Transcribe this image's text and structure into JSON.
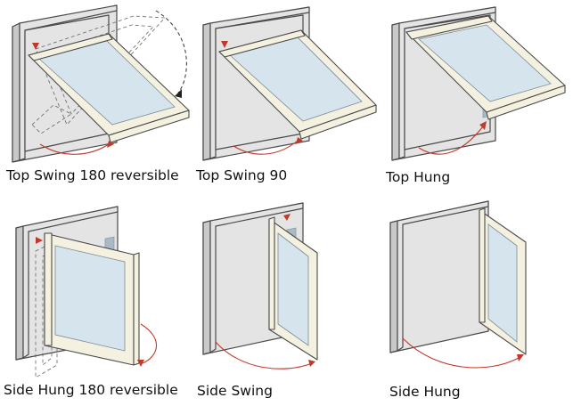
{
  "panels": [
    {
      "id": "top-swing-180-reversible",
      "label": "Top Swing 180 reversible"
    },
    {
      "id": "top-swing-90",
      "label": "Top Swing 90"
    },
    {
      "id": "top-hung",
      "label": "Top Hung"
    },
    {
      "id": "side-hung-180-reversible",
      "label": "Side Hung 180 reversible"
    },
    {
      "id": "side-swing",
      "label": "Side Swing"
    },
    {
      "id": "side-hung",
      "label": "Side Hung"
    }
  ],
  "colors": {
    "frame": "#e4e4e4",
    "sash": "#f4f1e0",
    "glass": "#d6e4ee",
    "arrow": "#c0392b"
  }
}
